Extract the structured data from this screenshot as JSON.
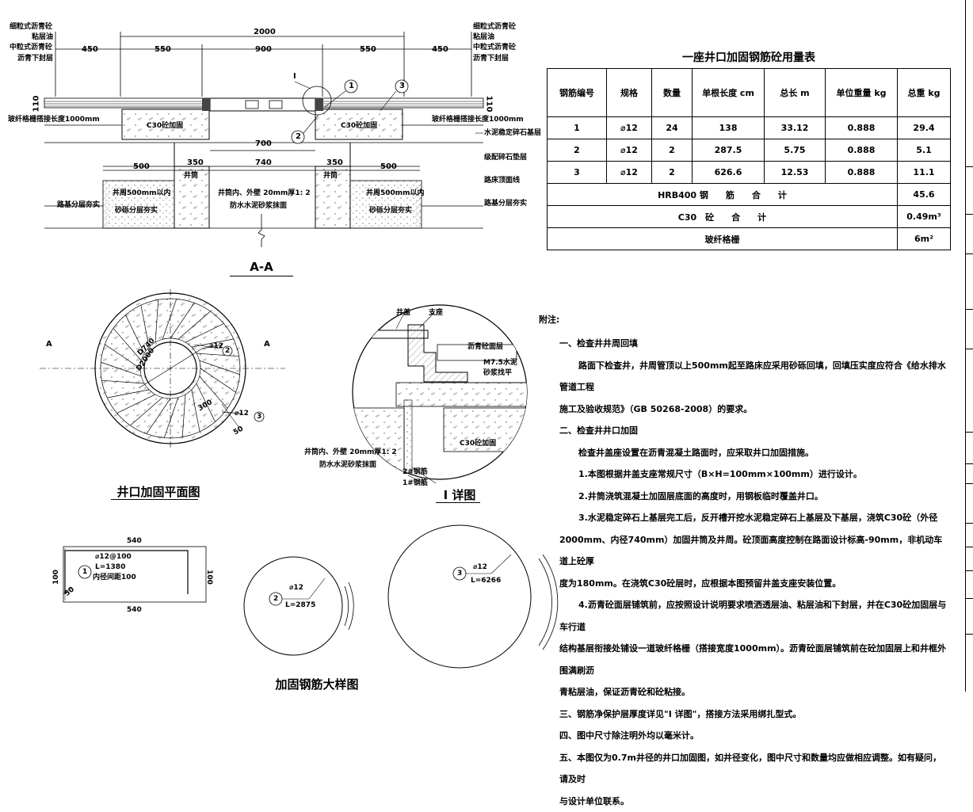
{
  "section_aa": {
    "left_layers": [
      "细粒式沥青砼",
      "粘层油",
      "中粒式沥青砼",
      "沥青下封层"
    ],
    "right_layers": [
      "细粒式沥青砼",
      "粘层油",
      "中粒式沥青砼",
      "沥青下封层"
    ],
    "dim_total": "2000",
    "dim_top": [
      "450",
      "550",
      "900",
      "550",
      "450"
    ],
    "dim_110": "110",
    "marker_I": "I",
    "callouts": [
      "1",
      "2",
      "3"
    ],
    "fiberglass_left": "玻纤格栅搭接长度1000mm",
    "fiberglass_right": "玻纤格栅搭接长度1000mm",
    "c30_left": "C30砼加固",
    "c30_right": "C30砼加固",
    "dim_700": "700",
    "dim_bottom": [
      "500",
      "350",
      "740",
      "350",
      "500"
    ],
    "right_labels": [
      "水泥稳定碎石基层",
      "级配碎石垫层",
      "路床顶面线",
      "路基分层夯实"
    ],
    "left_label": "路基分层夯实",
    "fill_left": [
      "井周500mm以内",
      "砂砾分层夯实"
    ],
    "fill_right": [
      "井周500mm以内",
      "砂砾分层夯实"
    ],
    "well_label": "井筒",
    "center_note": [
      "井筒内、外壁 20mm厚1: 2",
      "防水水泥砂浆抹面"
    ],
    "caption": "A-A"
  },
  "plan": {
    "d740": "D740",
    "d2000": "D2000",
    "label_A_left": "A",
    "label_A_right": "A",
    "rebar_2": "⌀12",
    "rebar_3": "⌀12",
    "dim_300": "300",
    "dim_50": "50",
    "num_2": "2",
    "num_3": "3",
    "caption": "井口加固平面图"
  },
  "detail_I": {
    "labels": [
      "井盖",
      "支座",
      "沥青砼面层",
      "M7.5水泥",
      "砂浆找平",
      "C30砼加固",
      "2#钢筋",
      "1#钢筋"
    ],
    "side_note": [
      "井筒内、外壁 20mm厚1: 2",
      "防水水泥砂浆抹面"
    ],
    "caption": "I 详图"
  },
  "rebar_detail": {
    "r1_dim_top": "540",
    "r1_dim_bottom": "540",
    "r1_dim_left": "100",
    "r1_dim_right": "100",
    "r1_dim_50": "50",
    "r1_num": "1",
    "r1_spec": "⌀12@100",
    "r1_len": "L=1380",
    "r1_note": "内径间距100",
    "r2_num": "2",
    "r2_spec": "⌀12",
    "r2_len": "L=2875",
    "r3_num": "3",
    "r3_spec": "⌀12",
    "r3_len": "L=6266",
    "caption": "加固钢筋大样图"
  },
  "table": {
    "title": "一座井口加固钢筋砼用量表",
    "headers": [
      "钢筋编号",
      "规格",
      "数量",
      "单根长度 cm",
      "总长 m",
      "单位重量 kg",
      "总重 kg"
    ],
    "rows": [
      [
        "1",
        "⌀12",
        "24",
        "138",
        "33.12",
        "0.888",
        "29.4"
      ],
      [
        "2",
        "⌀12",
        "2",
        "287.5",
        "5.75",
        "0.888",
        "5.1"
      ],
      [
        "3",
        "⌀12",
        "2",
        "626.6",
        "12.53",
        "0.888",
        "11.1"
      ]
    ],
    "sum_rows": [
      {
        "label": "HRB400 钢　　筋　　合　　计",
        "value": "45.6"
      },
      {
        "label": "C30　砼　　合　　计",
        "value": "0.49m³"
      },
      {
        "label": "玻纤格栅",
        "value": "6m²"
      }
    ]
  },
  "notes": {
    "title": "附注:",
    "lines": [
      {
        "cls": "h",
        "text": "一、检查井井周回填"
      },
      {
        "cls": "p",
        "text": "路面下检查井，井周管顶以上500mm起至路床应采用砂砾回填，回填压实度应符合《给水排水管道工程"
      },
      {
        "cls": "h0",
        "text": "施工及验收规范》（GB 50268-2008）的要求。"
      },
      {
        "cls": "h",
        "text": "二、检查井井口加固"
      },
      {
        "cls": "p",
        "text": "检查井盖座设置在沥青混凝土路面时，应采取井口加固措施。"
      },
      {
        "cls": "p",
        "text": "1.本图根据井盖支座常规尺寸（B×H=100mm×100mm）进行设计。"
      },
      {
        "cls": "p",
        "text": "2.井筒浇筑混凝土加固层底面的高度时，用钢板临时覆盖井口。"
      },
      {
        "cls": "p",
        "text": "3.水泥稳定碎石上基层完工后，反开槽开挖水泥稳定碎石上基层及下基层，浇筑C30砼（外径"
      },
      {
        "cls": "h0",
        "text": "2000mm、内径740mm）加固井筒及井周。砼顶面高度控制在路面设计标高-90mm，非机动车道上砼厚"
      },
      {
        "cls": "h0",
        "text": "度为180mm。在浇筑C30砼层时，应根据本图预留井盖支座安装位置。"
      },
      {
        "cls": "p",
        "text": "4.沥青砼面层铺筑前，应按照设计说明要求喷洒透层油、粘层油和下封层，并在C30砼加固层与车行道"
      },
      {
        "cls": "h0",
        "text": "结构基层衔接处铺设一道玻纤格栅（搭接宽度1000mm）。沥青砼面层铺筑前在砼加固层上和井框外围满刷沥"
      },
      {
        "cls": "h0",
        "text": "青粘层油，保证沥青砼和砼粘接。"
      },
      {
        "cls": "h",
        "text": "三、钢筋净保护层厚度详见\"I 详图\"，搭接方法采用绑扎型式。"
      },
      {
        "cls": "h",
        "text": "四、图中尺寸除注明外均以毫米计。"
      },
      {
        "cls": "h",
        "text": "五、本图仅为0.7m井径的井口加固图，如井径变化，图中尺寸和数量均应做相应调整。如有疑问，请及时"
      },
      {
        "cls": "h0",
        "text": "与设计单位联系。"
      }
    ]
  }
}
